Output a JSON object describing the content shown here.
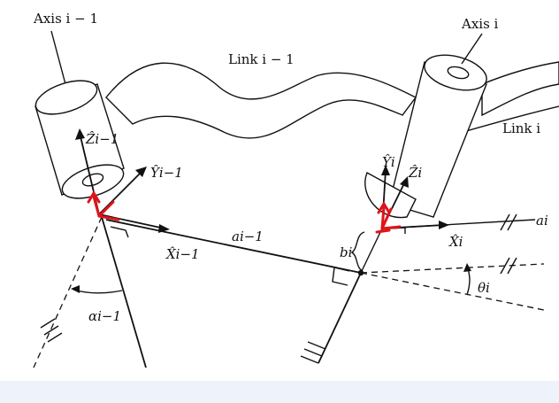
{
  "labels": {
    "axis_prev": "Axis i − 1",
    "axis_i": "Axis i",
    "link_prev": "Link i − 1",
    "link_i": "Link i",
    "z_prev": "Ẑi−1",
    "y_prev": "Ŷi−1",
    "x_prev": "X̂i−1",
    "z_i": "Ẑi",
    "y_i": "Ŷi",
    "x_i": "X̂i",
    "a_prev": "ai−1",
    "a_i": "ai",
    "b_i": "bi",
    "theta_i": "θi",
    "alpha_prev": "αi−1"
  },
  "colors": {
    "frame_triad": "#e0131a",
    "ink": "#111111",
    "page_background": "#eef3fb"
  }
}
